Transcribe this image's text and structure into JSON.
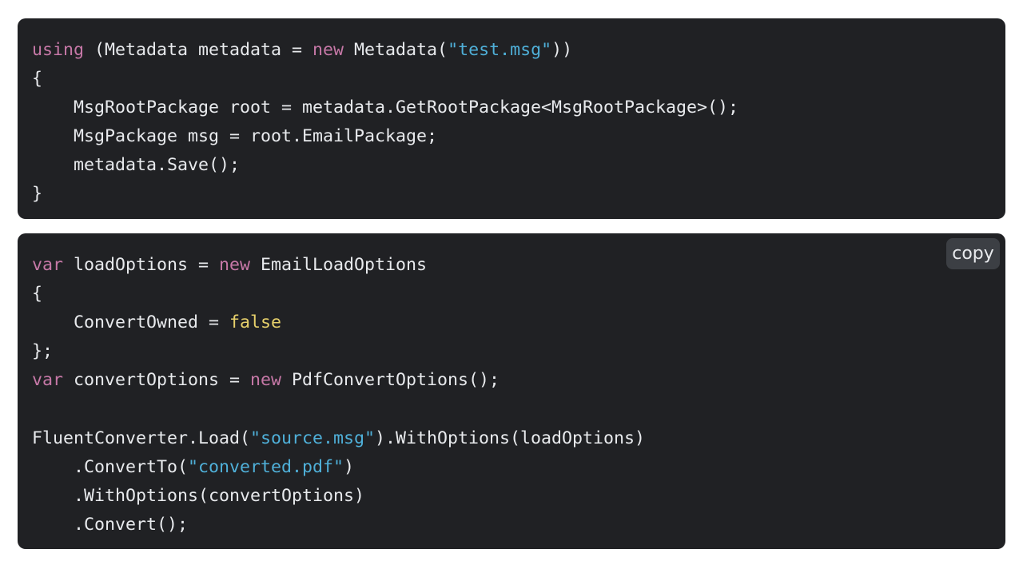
{
  "colors": {
    "background": "#ffffff",
    "code_bg": "#202124",
    "code_text": "#e8eaed",
    "keyword": "#c678a7",
    "string": "#4fb0d9",
    "literal": "#e6d06b",
    "copy_button_bg": "#3c3f44"
  },
  "block1": {
    "tokens": [
      "using",
      " (Metadata metadata = ",
      "new",
      " Metadata(",
      "\"test.msg\"",
      "))",
      "{",
      "    MsgRootPackage root = metadata.GetRootPackage<MsgRootPackage>();",
      "    MsgPackage msg = root.EmailPackage;",
      "    metadata.Save();",
      "}"
    ]
  },
  "block2": {
    "copy_label": "copy",
    "tokens": [
      "var",
      " loadOptions = ",
      "new",
      " EmailLoadOptions",
      "{",
      "    ConvertOwned = ",
      "false",
      "};",
      "var",
      " convertOptions = ",
      "new",
      " PdfConvertOptions();",
      "",
      "FluentConverter.Load(",
      "\"source.msg\"",
      ").WithOptions(loadOptions)",
      "    .ConvertTo(",
      "\"converted.pdf\"",
      ")",
      "    .WithOptions(convertOptions)",
      "    .Convert();"
    ]
  }
}
